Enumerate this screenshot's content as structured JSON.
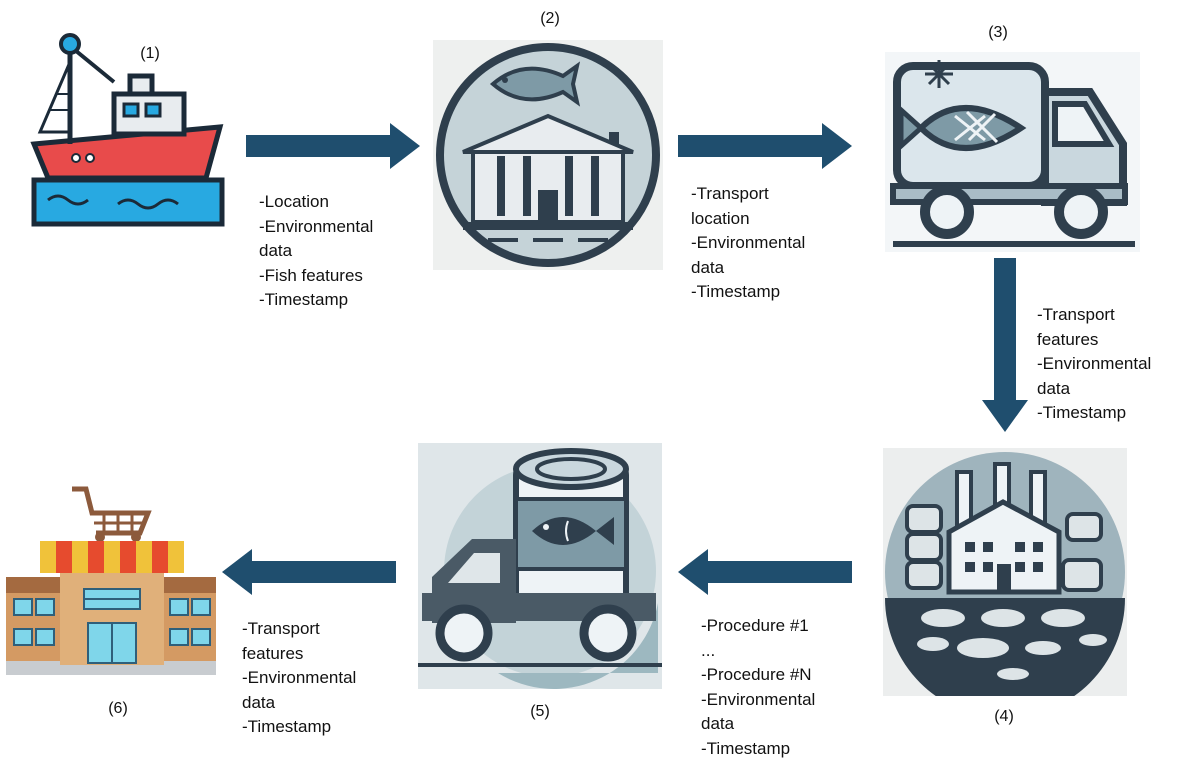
{
  "stages": [
    {
      "id": 1,
      "label": "(1)",
      "icon": "fishing-boat-icon"
    },
    {
      "id": 2,
      "label": "(2)",
      "icon": "fish-market-building-icon"
    },
    {
      "id": 3,
      "label": "(3)",
      "icon": "refrigerated-truck-icon"
    },
    {
      "id": 4,
      "label": "(4)",
      "icon": "canning-factory-icon"
    },
    {
      "id": 5,
      "label": "(5)",
      "icon": "canned-fish-truck-icon"
    },
    {
      "id": 6,
      "label": "(6)",
      "icon": "supermarket-icon"
    }
  ],
  "transitions": [
    {
      "from": 1,
      "to": 2,
      "lines": [
        "-Location",
        "-Environmental",
        "data",
        "-Fish features",
        "-Timestamp"
      ]
    },
    {
      "from": 2,
      "to": 3,
      "lines": [
        "-Transport",
        "location",
        "-Environmental",
        "data",
        "-Timestamp"
      ]
    },
    {
      "from": 3,
      "to": 4,
      "lines": [
        "-Transport",
        "features",
        "-Environmental",
        "data",
        "-Timestamp"
      ]
    },
    {
      "from": 4,
      "to": 5,
      "lines": [
        "-Procedure #1",
        "...",
        "-Procedure #N",
        "-Environmental",
        "data",
        "-Timestamp"
      ]
    },
    {
      "from": 5,
      "to": 6,
      "lines": [
        "-Transport",
        "features",
        "-Environmental",
        "data",
        "-Timestamp"
      ]
    }
  ],
  "colors": {
    "arrow": "#1f4e6e",
    "icon_dark": "#2f3f4d",
    "icon_mid": "#7e9aa6",
    "icon_light": "#dfe8ec"
  }
}
